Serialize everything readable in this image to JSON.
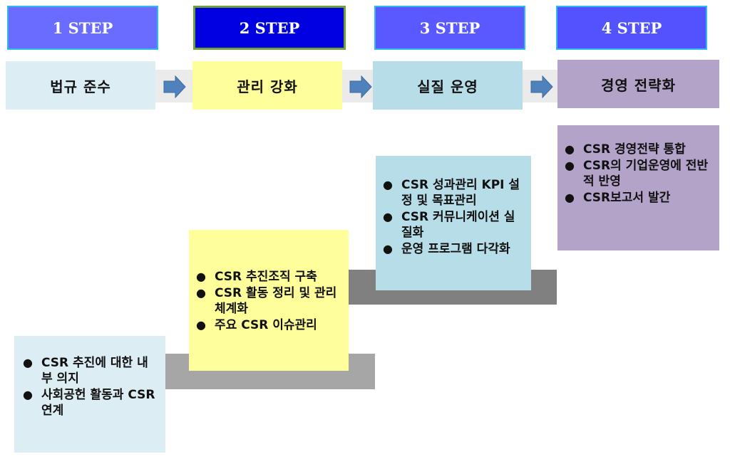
{
  "steps": [
    {
      "label": "1 STEP"
    },
    {
      "label": "2 STEP"
    },
    {
      "label": "3 STEP"
    },
    {
      "label": "4 STEP"
    }
  ],
  "stages": [
    {
      "label": "법규 준수"
    },
    {
      "label": "관리 강화"
    },
    {
      "label": "실질 운영"
    },
    {
      "label": "경영 전략화"
    }
  ],
  "details": [
    {
      "items": [
        "CSR 추진에 대한 내부 의지",
        "사회공헌 활동과 CSR 연계"
      ]
    },
    {
      "items": [
        "CSR 추진조직 구축",
        "CSR 활동 정리 및 관리 체계화",
        "주요 CSR 이슈관리"
      ]
    },
    {
      "items": [
        "CSR 성과관리 KPI 설정 및 목표관리",
        "CSR 커뮤니케이션 실질화",
        "운영 프로그램 다각화"
      ]
    },
    {
      "items": [
        "CSR 경영전략 통합",
        "CSR의 기업운영에 전반적 반영",
        "CSR보고서 발간"
      ]
    }
  ],
  "colors": {
    "arrow": "#4f81bd",
    "shadow_light": "#a6a6a6",
    "shadow_dark": "#808080"
  }
}
